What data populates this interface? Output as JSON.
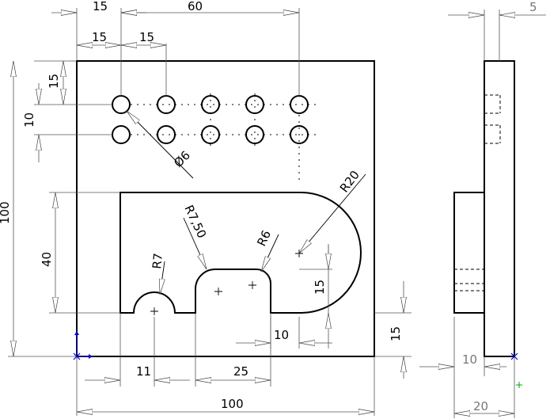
{
  "drawing": {
    "front_view": {
      "dimensions": {
        "top_15": "15",
        "top_60": "60",
        "pitch_15_a": "15",
        "pitch_15_b": "15",
        "left_15": "15",
        "left_10": "10",
        "overall_height": "100",
        "slot_height": "40",
        "bottom_11": "11",
        "bottom_25": "25",
        "overall_width": "100",
        "right_15_vertical": "15",
        "right_10": "10",
        "arc_15": "15"
      },
      "callouts": {
        "hole_diameter": "Ø6",
        "radius_20": "R20",
        "radius_7_50": "R7,50",
        "radius_6": "R6",
        "radius_7": "R7"
      }
    },
    "side_view": {
      "dimensions": {
        "top_5": "5",
        "bottom_10": "10",
        "overall_20": "20"
      }
    },
    "colors": {
      "geometry": "#000000",
      "dimension_lines": "#555555",
      "origin_axis": "#0000cc",
      "origin_marker": "#00aa00"
    }
  }
}
